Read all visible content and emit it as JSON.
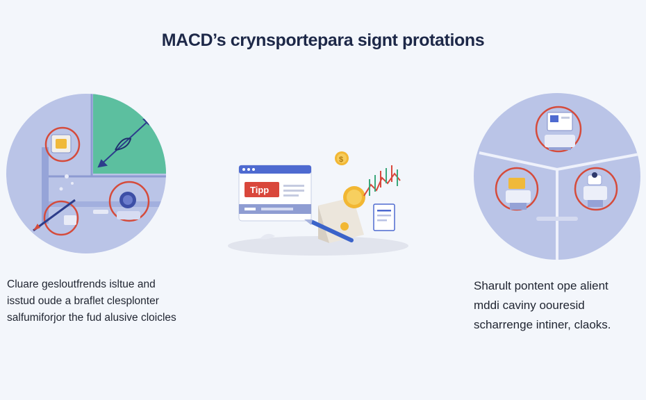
{
  "title": "MACD’s crynsportepara signt protations",
  "left_caption": [
    "Cluare gesloutfrends isltue and",
    "isstud oude a braflet clesplonter",
    "salfumiforjor the fud alusive cloicles"
  ],
  "right_caption": [
    "Sharult pontent ope alient",
    "mddi caviny oouresid",
    "scharrenge intiner, claoks."
  ],
  "center_illustration": {
    "tip_label": "Tipp",
    "coin_symbol": "$"
  },
  "icons": {
    "left": [
      "pie-quadrant-icon",
      "double-arrow-icon",
      "gold-tag-icon",
      "globe-badge-icon",
      "pen-icon"
    ],
    "center": [
      "browser-window-icon",
      "coin-icon",
      "candlestick-chart-icon",
      "document-icon",
      "pencil-icon"
    ],
    "right": [
      "monitor-icon",
      "desk-icon",
      "cake-icon"
    ]
  },
  "colors": {
    "circle_fill": "#b9c3e6",
    "accent_teal": "#5bbf9e",
    "accent_red": "#d9483b",
    "accent_blue": "#3b63c9",
    "coin_gold": "#f2b733"
  }
}
